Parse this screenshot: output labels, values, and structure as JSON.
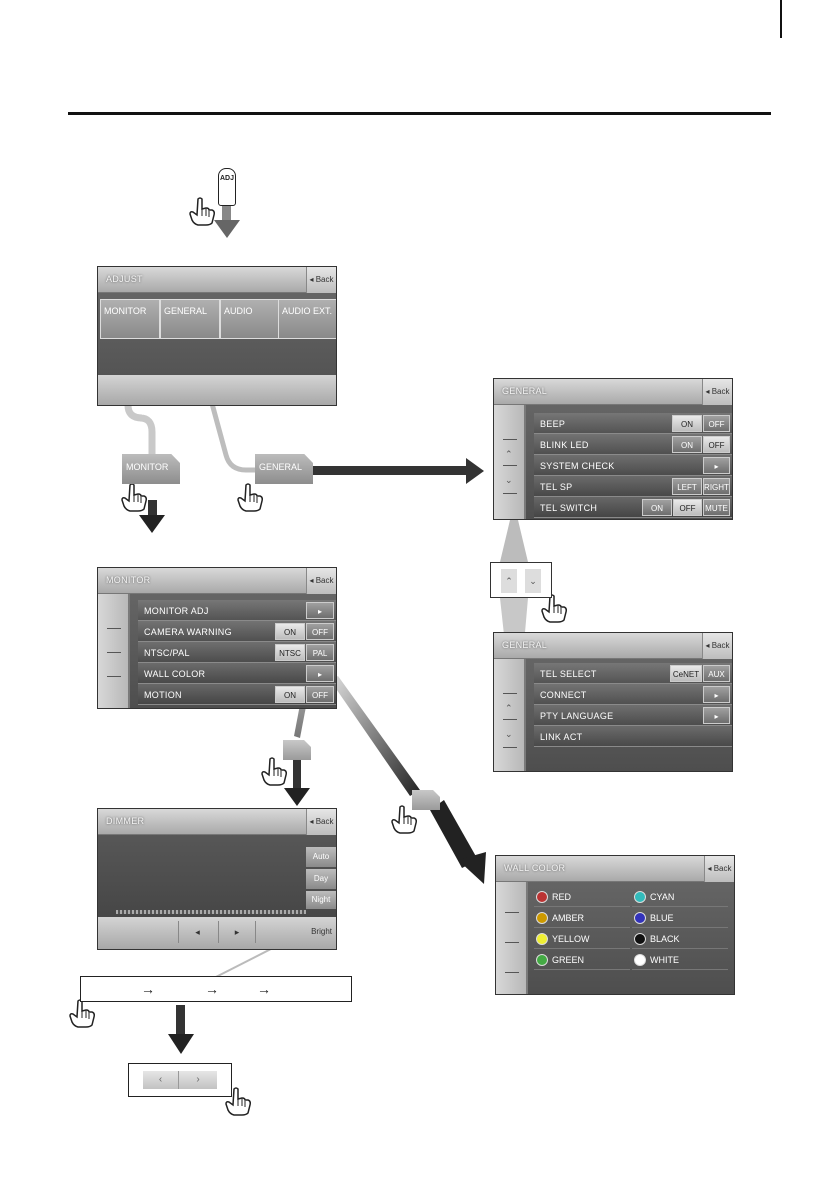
{
  "adjust_key": {
    "letters": "ADJ"
  },
  "adjust_screen": {
    "title": "ADJUST",
    "back": "◂ Back",
    "tabs": [
      "MONITOR",
      "GENERAL",
      "AUDIO",
      "AUDIO EXT."
    ]
  },
  "callouts": {
    "monitor": "MONITOR",
    "general": "GENERAL"
  },
  "general_screen_1": {
    "title": "GENERAL",
    "back": "◂ Back",
    "rows": [
      {
        "label": "BEEP",
        "options": [
          "ON",
          "OFF"
        ],
        "selected": "ON"
      },
      {
        "label": "BLINK LED",
        "options": [
          "ON",
          "OFF"
        ],
        "selected": "OFF"
      },
      {
        "label": "SYSTEM CHECK",
        "options": [
          "▸"
        ]
      },
      {
        "label": "TEL SP",
        "options": [
          "LEFT",
          "RIGHT"
        ],
        "selected": "LEFT"
      },
      {
        "label": "TEL SWITCH",
        "options": [
          "ON",
          "OFF",
          "MUTE"
        ],
        "selected": "OFF"
      }
    ]
  },
  "scroll_buttons": {
    "up": "⌃",
    "down": "⌄"
  },
  "general_screen_2": {
    "title": "GENERAL",
    "back": "◂ Back",
    "rows": [
      {
        "label": "TEL SELECT",
        "options": [
          "CeNET",
          "AUX"
        ],
        "selected": "CeNET"
      },
      {
        "label": "CONNECT",
        "options": [
          "▸"
        ]
      },
      {
        "label": "PTY LANGUAGE",
        "options": [
          "▸"
        ]
      },
      {
        "label": "LINK ACT",
        "options": []
      }
    ]
  },
  "monitor_screen": {
    "title": "MONITOR",
    "back": "◂ Back",
    "rows": [
      {
        "label": "MONITOR ADJ",
        "options": [
          "▸"
        ]
      },
      {
        "label": "CAMERA WARNING",
        "options": [
          "ON",
          "OFF"
        ],
        "selected": "ON"
      },
      {
        "label": "NTSC/PAL",
        "options": [
          "NTSC",
          "PAL"
        ],
        "selected": "NTSC"
      },
      {
        "label": "WALL COLOR",
        "options": [
          "▸"
        ]
      },
      {
        "label": "MOTION",
        "options": [
          "ON",
          "OFF"
        ],
        "selected": "ON"
      }
    ]
  },
  "dimmer_screen": {
    "title": "DIMMER",
    "back": "◂ Back",
    "modes": [
      "Auto",
      "Day",
      "Night"
    ],
    "bright": "Bright",
    "left": "◂",
    "right": "▸"
  },
  "sequence_box": {
    "arrows": [
      "→",
      "→",
      "→"
    ]
  },
  "adjust_buttons": {
    "left": "‹",
    "right": "›"
  },
  "wall_color_screen": {
    "title": "WALL COLOR",
    "back": "◂ Back",
    "colors_left": [
      {
        "name": "RED",
        "hex": "#b33"
      },
      {
        "name": "AMBER",
        "hex": "#c90"
      },
      {
        "name": "YELLOW",
        "hex": "#ee3"
      },
      {
        "name": "GREEN",
        "hex": "#4a4"
      }
    ],
    "colors_right": [
      {
        "name": "CYAN",
        "hex": "#3bb"
      },
      {
        "name": "BLUE",
        "hex": "#33b"
      },
      {
        "name": "BLACK",
        "hex": "#111"
      },
      {
        "name": "WHITE",
        "hex": "#fff"
      }
    ]
  }
}
